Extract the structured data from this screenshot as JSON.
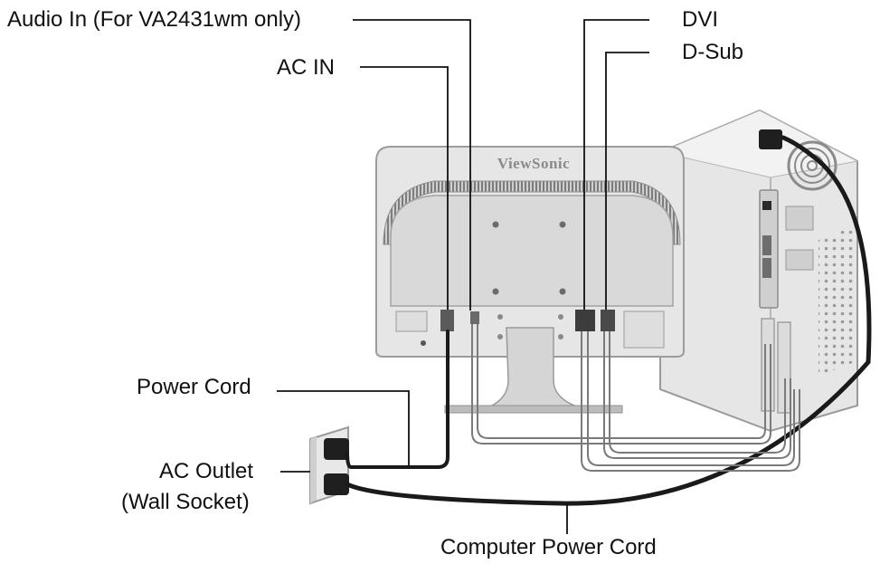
{
  "labels": {
    "audio_in": "Audio In (For VA2431wm only)",
    "ac_in": "AC IN",
    "dvi": "DVI",
    "dsub": "D-Sub",
    "power_cord": "Power Cord",
    "ac_outlet": "AC Outlet",
    "wall_socket": "(Wall Socket)",
    "computer_power_cord": "Computer Power Cord"
  },
  "monitor": {
    "brand": "ViewSonic"
  },
  "colors": {
    "ink": "#111111",
    "body": "#e4e4e4",
    "panel": "#d6d6d6",
    "shadow": "#9a9a9a",
    "cable": "#1a1a1a"
  }
}
